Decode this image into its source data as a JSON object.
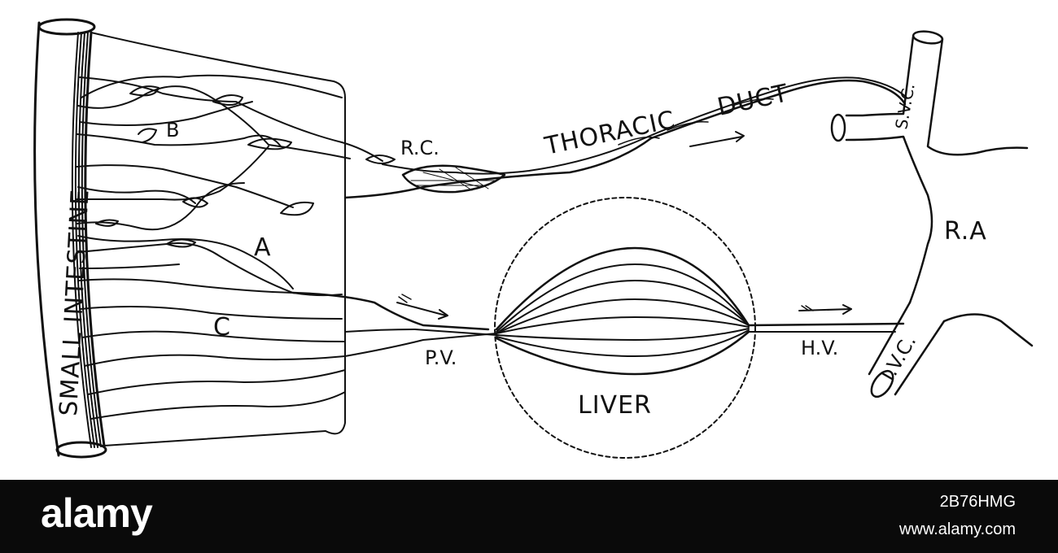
{
  "diagram": {
    "labels": {
      "small_intestine": "SMALL INTESTINE",
      "thoracic": "THORACIC",
      "duct": "DUCT",
      "svc": "S.V.C.",
      "rc": "R.C.",
      "b": "B",
      "a": "A",
      "c": "C",
      "ra": "R.A",
      "pv": "P.V.",
      "hv": "H.V.",
      "ivc": "I.V.C.",
      "liver": "LIVER"
    }
  },
  "banner": {
    "brand": "alamy",
    "image_id": "2B76HMG",
    "url": "www.alamy.com"
  },
  "colors": {
    "ink": "#111111",
    "banner_bg": "#0a0a0a",
    "banner_text": "#ffffff"
  }
}
